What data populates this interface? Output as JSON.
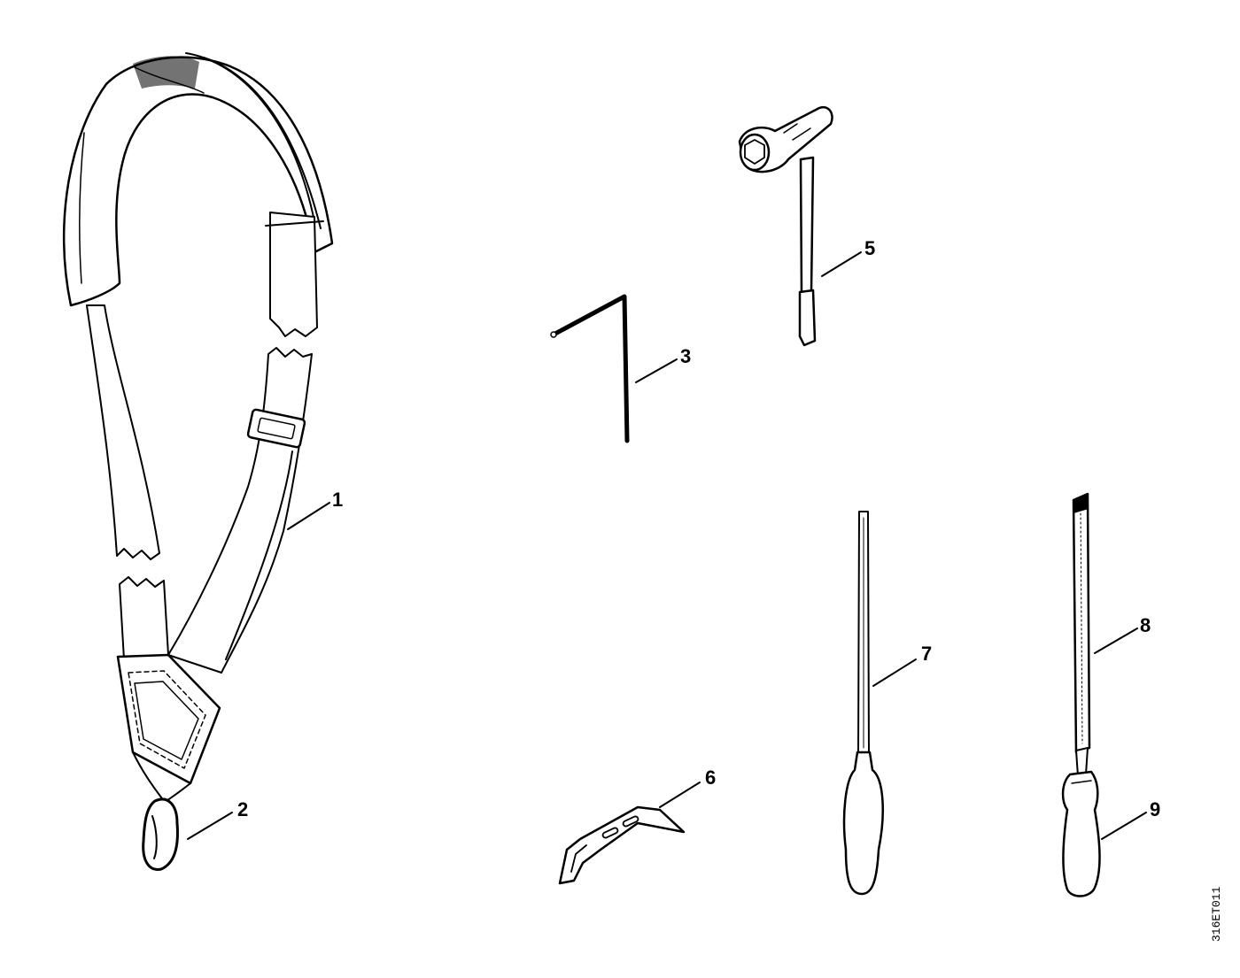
{
  "parts": [
    {
      "number": "1",
      "icon": "harness-strap-icon"
    },
    {
      "number": "2",
      "icon": "carabiner-hook-icon"
    },
    {
      "number": "3",
      "icon": "hex-key-icon"
    },
    {
      "number": "5",
      "icon": "combination-wrench-icon"
    },
    {
      "number": "6",
      "icon": "filing-gauge-icon"
    },
    {
      "number": "7",
      "icon": "round-file-icon"
    },
    {
      "number": "8",
      "icon": "flat-file-icon"
    },
    {
      "number": "9",
      "icon": "file-handle-icon"
    }
  ],
  "doc_code": "316ET011",
  "colors": {
    "ink": "#000000",
    "paper": "#ffffff"
  }
}
